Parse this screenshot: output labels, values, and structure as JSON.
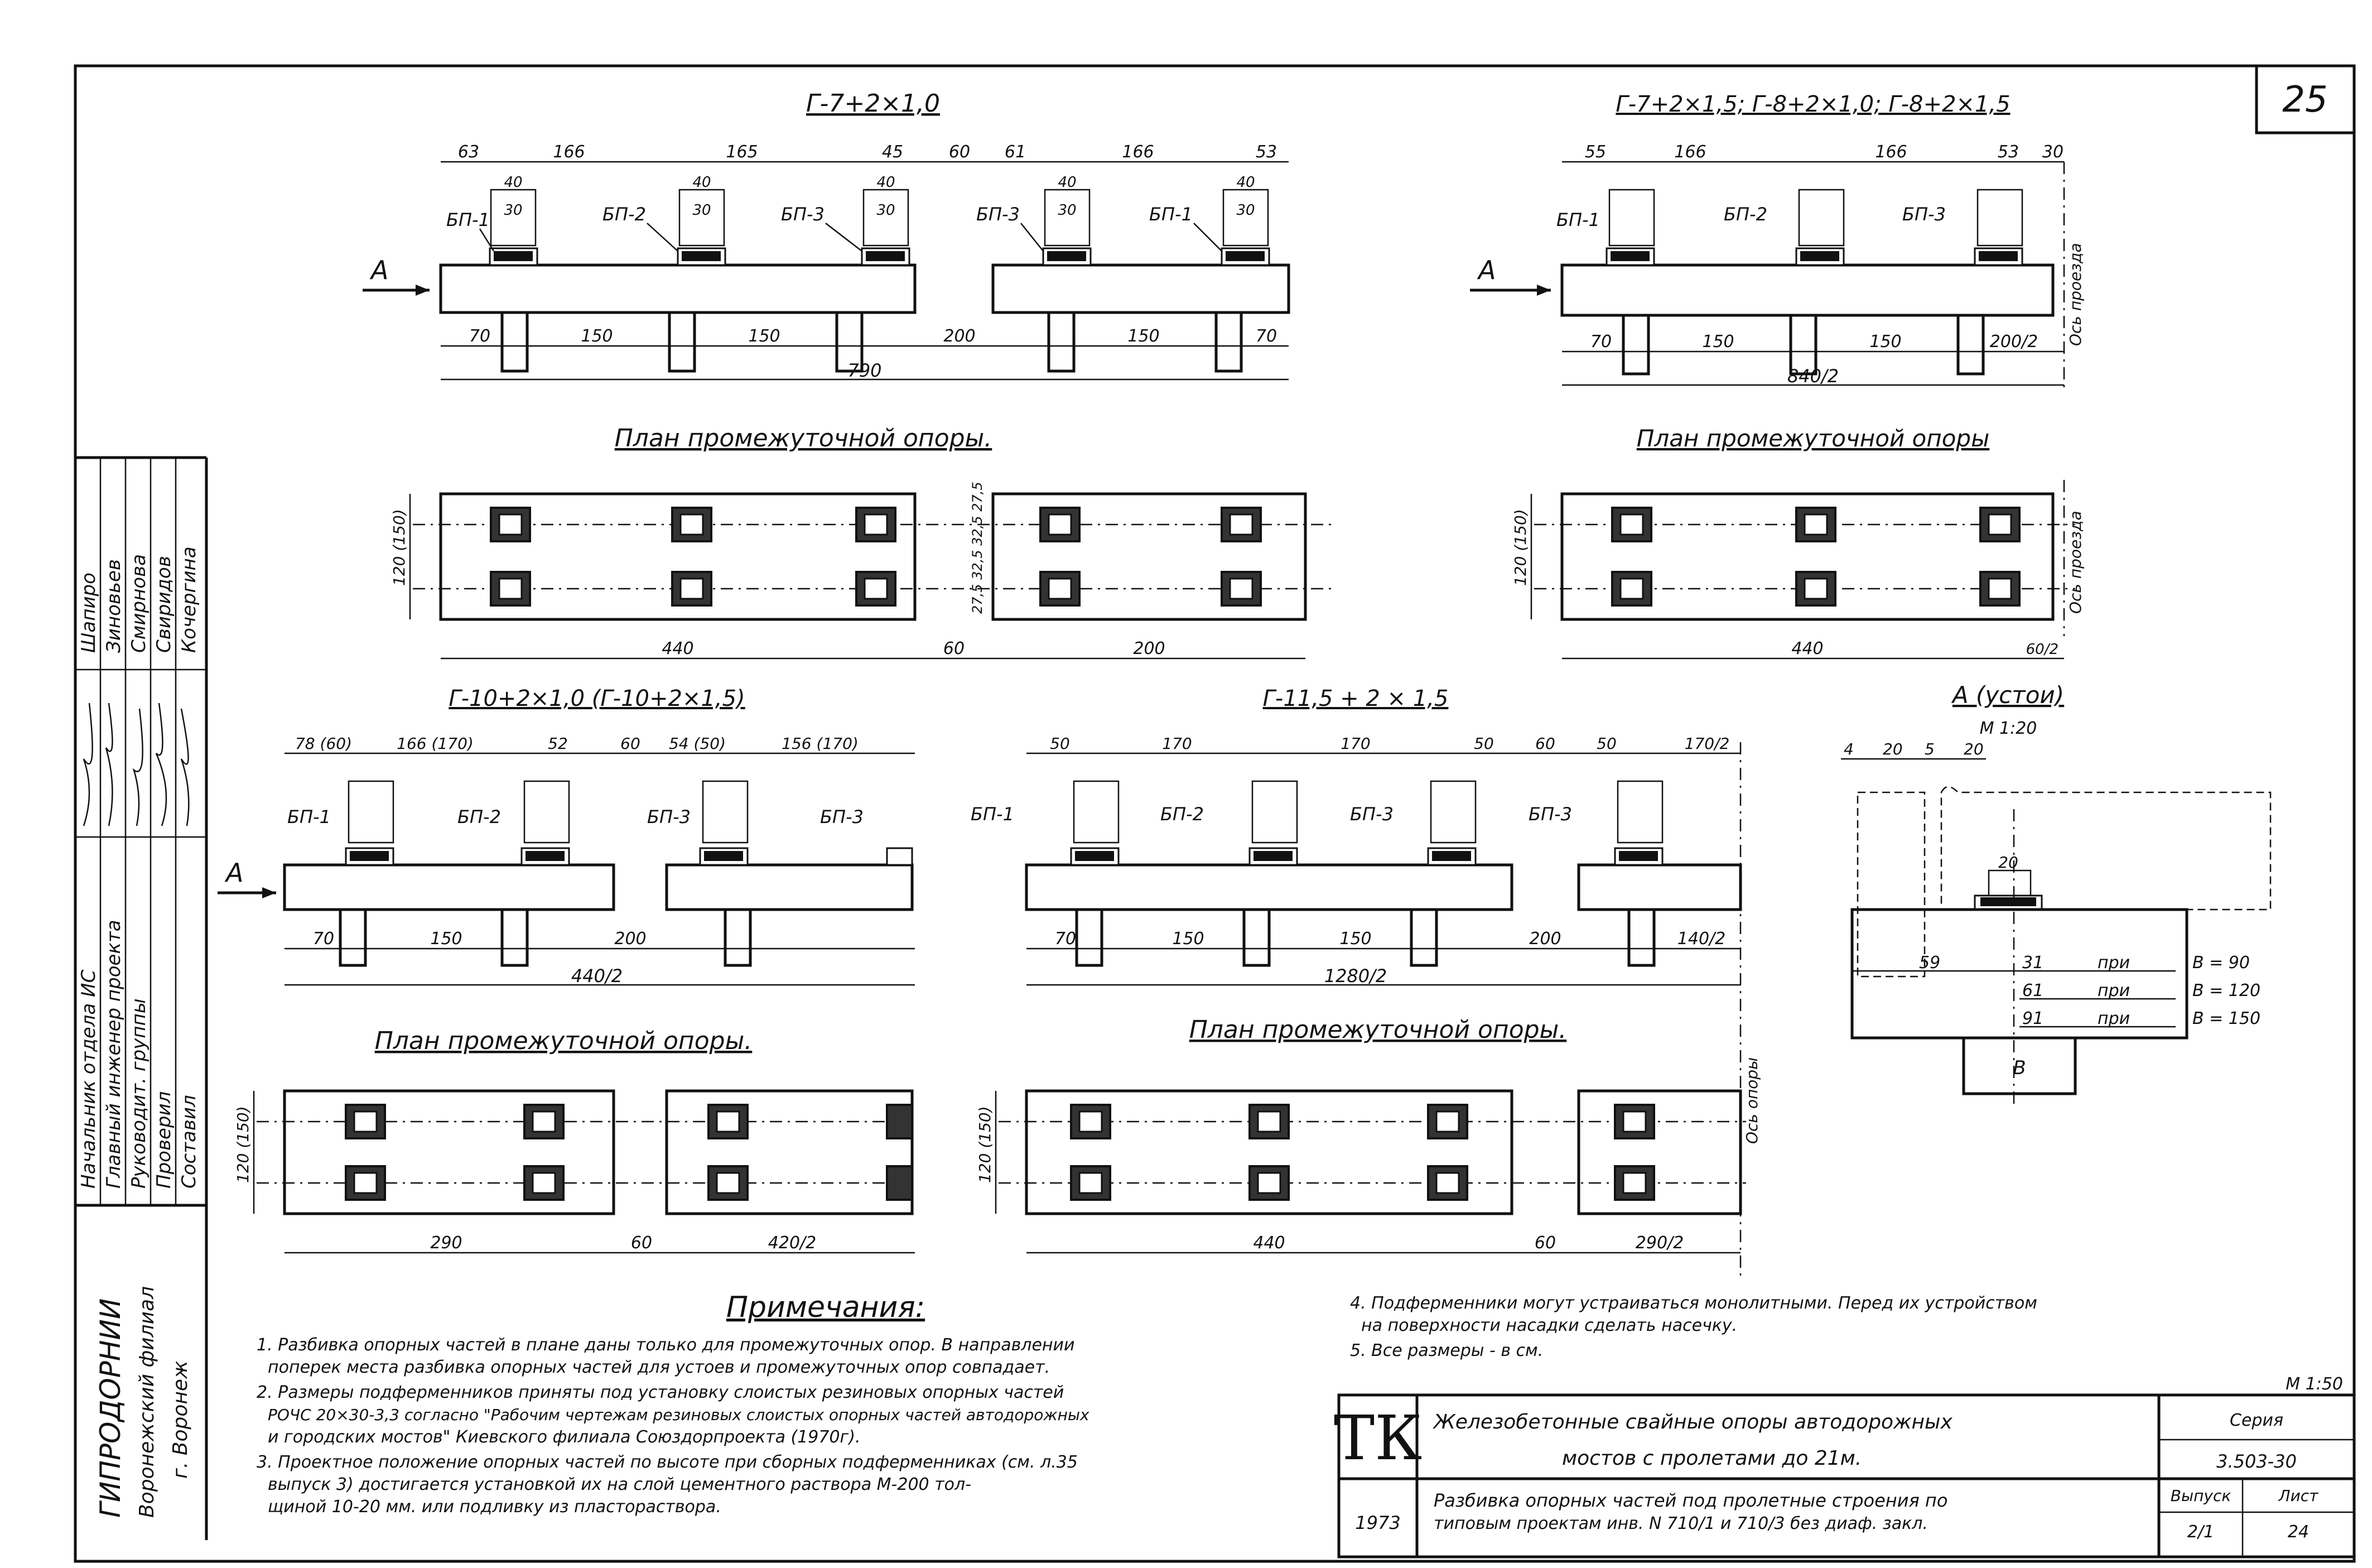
{
  "sheet_number": "25",
  "titles": {
    "g7_2x1": "Г-7+2×1,0",
    "g7_group": "Г-7+2×1,5; Г-8+2×1,0; Г-8+2×1,5",
    "g10": "Г-10+2×1,0 (Г-10+2×1,5)",
    "g115": "Г-11,5 + 2 × 1,5",
    "section_a": "А (устои)",
    "section_a_scale": "М 1:20",
    "plan": "План промежуточной опоры",
    "plan_dot": "План промежуточной опоры.",
    "notes_heading": "Примечания:"
  },
  "bearing_labels": {
    "bp1": "БП-1",
    "bp2": "БП-2",
    "bp3": "БП-3"
  },
  "arrow_label": "А",
  "dims": {
    "g7_top": [
      "63",
      "166",
      "165",
      "45",
      "60",
      "61",
      "166",
      "53"
    ],
    "g7_sub": [
      "40",
      "30",
      "40",
      "30",
      "40",
      "30",
      "40",
      "30",
      "40",
      "30"
    ],
    "g7_bottom": [
      "70",
      "150",
      "150",
      "200",
      "150",
      "70"
    ],
    "g7_total": "790",
    "g7_plan_total": "440",
    "g7_plan_gap": "60",
    "g7_plan_right": "200",
    "g7_plan_height": "120 (150)",
    "g7_plan_side": "27,5 32,5 32,5 27,5",
    "grp_top": [
      "55",
      "166",
      "166",
      "53",
      "30"
    ],
    "grp_bottom": [
      "70",
      "150",
      "150",
      "200/2"
    ],
    "grp_total": "840/2",
    "grp_plan_total": "440",
    "grp_plan_height": "120 (150)",
    "grp_side": "Ось проезда",
    "grp_gap": "60/2",
    "g10_top": [
      "78 (60)",
      "166 (170)",
      "52",
      "60",
      "54 (50)",
      "156 (170)"
    ],
    "g10_bottom": [
      "70",
      "150",
      "200"
    ],
    "g10_total": "440/2",
    "g10_plan_total": "290",
    "g10_plan_gap": "60",
    "g10_plan_right": "420/2",
    "g10_plan_height": "120 (150)",
    "g115_top": [
      "50",
      "170",
      "170",
      "50",
      "60",
      "50",
      "170/2"
    ],
    "g115_bottom": [
      "70",
      "150",
      "150",
      "200",
      "140/2"
    ],
    "g115_total": "1280/2",
    "g115_plan_total": "440",
    "g115_plan_gap": "60",
    "g115_plan_right": "290/2",
    "g115_plan_height": "120 (150)",
    "g115_side": "Ось опоры",
    "a_top": [
      "4",
      "20",
      "5",
      "20"
    ],
    "a_pad": "20",
    "a_b": "В"
  },
  "table_a": [
    {
      "a": "59",
      "b": "31",
      "c": "при",
      "d": "В = 90"
    },
    {
      "a": "",
      "b": "61",
      "c": "при",
      "d": "В = 120"
    },
    {
      "a": "",
      "b": "91",
      "c": "при",
      "d": "В = 150"
    }
  ],
  "notes_left": [
    "1. Разбивка опорных частей в плане даны только для промежуточных опор. В направлении",
    "поперек места разбивка опорных частей для устоев и промежуточных опор совпадает.",
    "2. Размеры подферменников приняты под установку слоистых резиновых опорных частей",
    "РОЧС 20×30-3,3 согласно \"Рабочим чертежам резиновых слоистых опорных частей автодорожных",
    "и городских мостов\" Киевского филиала Союздорпроекта (1970г).",
    "3. Проектное положение опорных частей по высоте при сборных подферменниках (см. л.35",
    "выпуск 3) достигается установкой их на слой цементного раствора М-200 тол-",
    "щиной 10-20 мм. или подливку из пластораствора."
  ],
  "notes_right": [
    "4. Подферменники могут устраиваться монолитными. Перед их устройством",
    "на поверхности насадки сделать насечку.",
    "5. Все размеры - в см."
  ],
  "stamp": {
    "org": "ГИПРОДОРНИИ",
    "branch": "Воронежский филиал",
    "city": "г. Воронеж",
    "roles": [
      "Начальник отдела ИС",
      "Главный инженер проекта",
      "Руководит. группы",
      "Проверил",
      "Составил"
    ],
    "names": [
      "Шапиро",
      "Зиновьев",
      "Смирнова",
      "Свиридов",
      "Кочергина"
    ],
    "logo": "ТК",
    "year": "1973",
    "title_line1": "Железобетонные свайные опоры автодорожных",
    "title_line2": "мостов с пролетами до 21м.",
    "subtitle_line1": "Разбивка опорных частей под пролетные строения по",
    "subtitle_line2": "типовым проектам инв. N 710/1 и 710/3 без диаф. закл.",
    "scale": "М 1:50",
    "series_label": "Серия",
    "series": "3.503-30",
    "issue_label": "Выпуск",
    "issue": "2/1",
    "sheet_label": "Лист",
    "sheet": "24"
  }
}
